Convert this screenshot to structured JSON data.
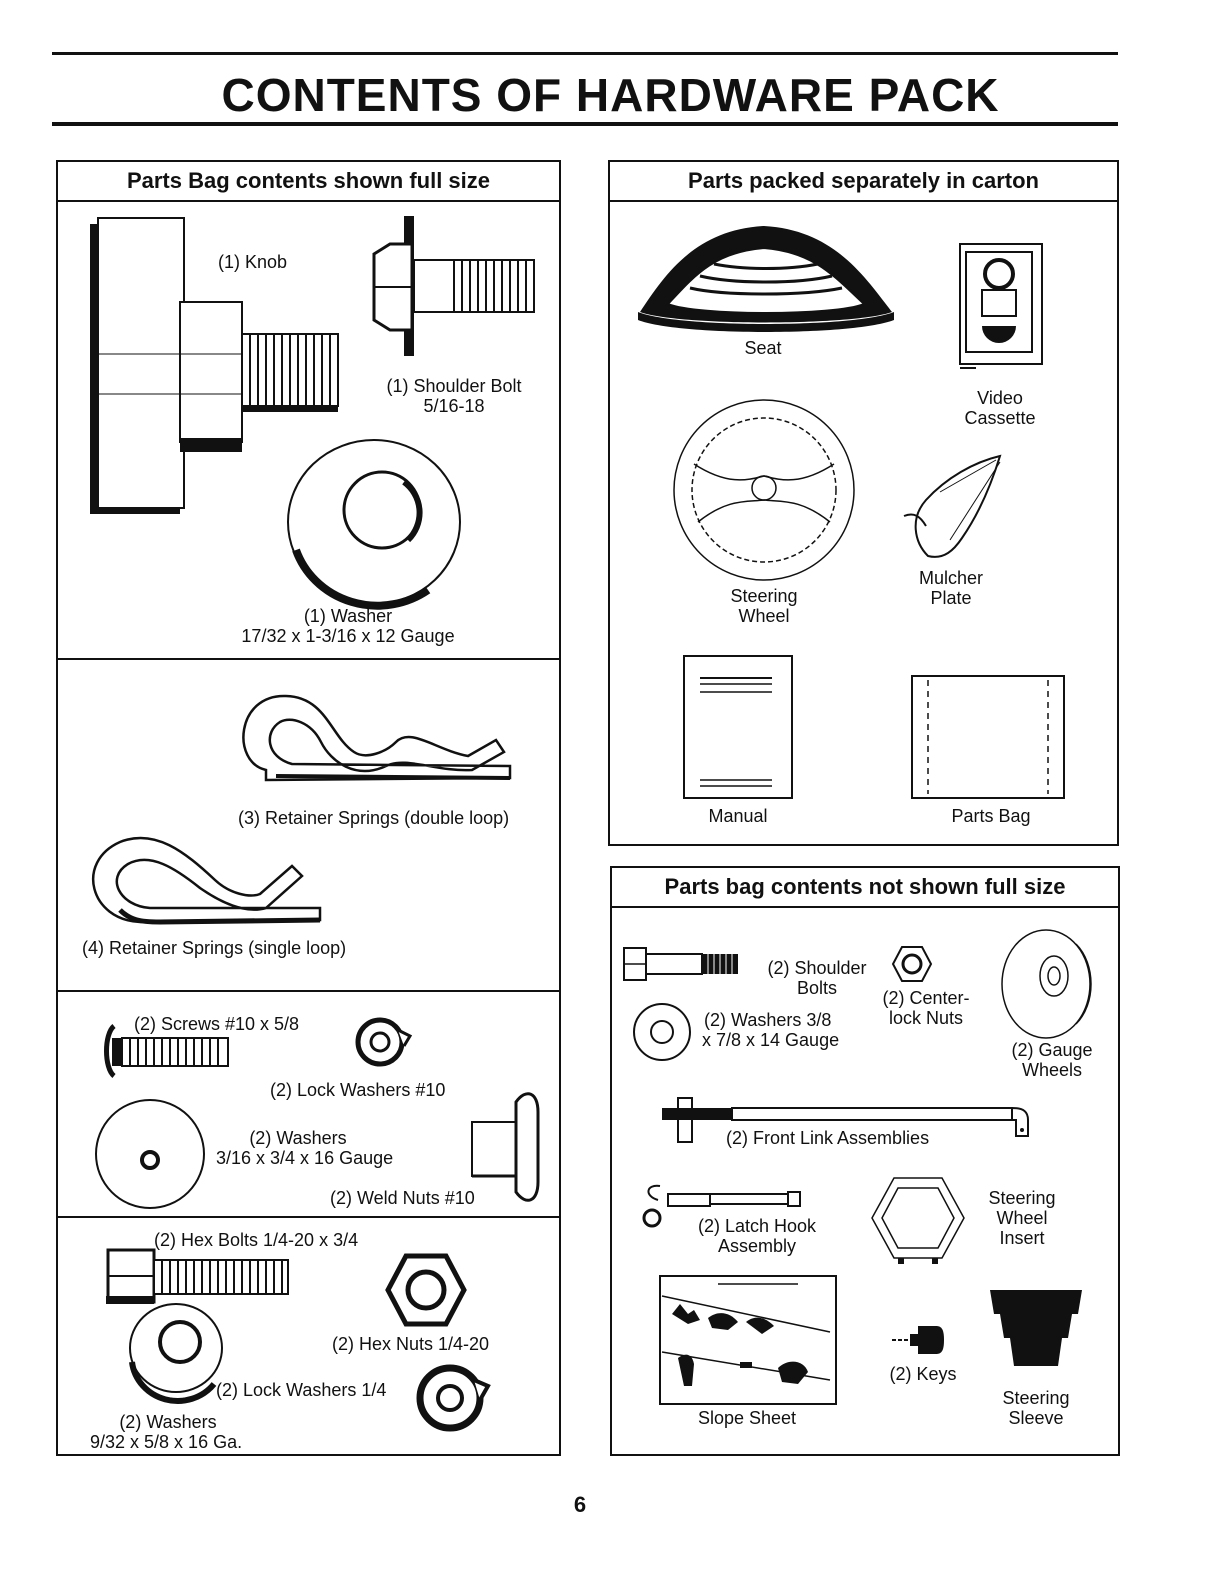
{
  "page": {
    "title": "CONTENTS OF HARDWARE PACK",
    "page_number": "6"
  },
  "panel_full": {
    "header": "Parts Bag contents shown full size",
    "knob": "(1) Knob",
    "shoulder_bolt": "(1) Shoulder Bolt",
    "shoulder_bolt_size": "5/16-18",
    "washer": "(1) Washer",
    "washer_size": "17/32 x 1-3/16 x 12 Gauge",
    "retainer_double": "(3)  Retainer Springs (double loop)",
    "retainer_single": "(4)  Retainer Springs (single loop)",
    "screws": "(2) Screws  #10 x 5/8",
    "lock_washers_10": "(2) Lock Washers  #10",
    "washers_316": "(2) Washers",
    "washers_316_size": "3/16 x 3/4 x 16 Gauge",
    "weld_nuts": "(2) Weld Nuts  #10",
    "hex_bolts": "(2) Hex Bolts  1/4-20 x 3/4",
    "hex_nuts": "(2) Hex Nuts  1/4-20",
    "lock_washers_14": "(2) Lock Washers  1/4",
    "washers_932": "(2) Washers",
    "washers_932_size": "9/32  x 5/8 x 16 Ga."
  },
  "panel_carton": {
    "header": "Parts packed separately in carton",
    "seat": "Seat",
    "video_line1": "Video",
    "video_line2": "Cassette",
    "steering_line1": "Steering",
    "steering_line2": "Wheel",
    "mulcher_line1": "Mulcher",
    "mulcher_line2": "Plate",
    "manual": "Manual",
    "parts_bag": "Parts Bag"
  },
  "panel_notfull": {
    "header": "Parts bag contents not shown full size",
    "shoulder_bolts_line1": "(2) Shoulder",
    "shoulder_bolts_line2": "Bolts",
    "washers38_line1": "(2) Washers  3/8",
    "washers38_line2": "x 7/8 x 14 Gauge",
    "centerlock_line1": "(2) Center-",
    "centerlock_line2": "lock Nuts",
    "gauge_line1": "(2) Gauge",
    "gauge_line2": "Wheels",
    "front_link": "(2) Front Link Assemblies",
    "latch_line1": "(2) Latch Hook",
    "latch_line2": "Assembly",
    "insert_line1": "Steering",
    "insert_line2": "Wheel",
    "insert_line3": "Insert",
    "slope_sheet": "Slope Sheet",
    "keys": "(2) Keys",
    "sleeve_line1": "Steering",
    "sleeve_line2": "Sleeve"
  }
}
